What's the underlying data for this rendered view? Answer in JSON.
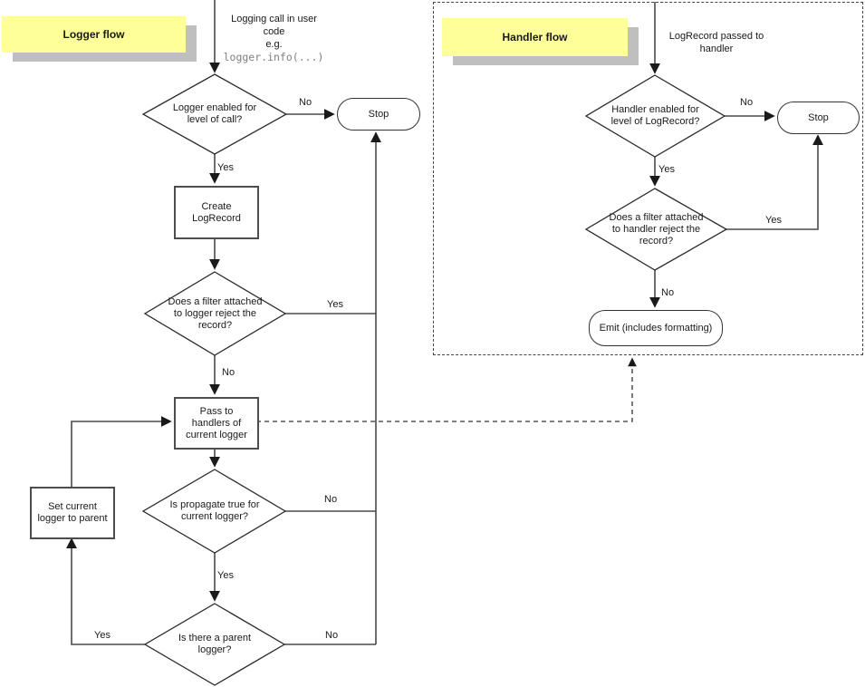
{
  "logger": {
    "title": "Logger flow",
    "note": "Logging call in user\ncode\ne.g.",
    "code": "logger.info(...)",
    "nodes": {
      "enabled": "Logger enabled for\nlevel of call?",
      "stop": "Stop",
      "create": "Create\nLogRecord",
      "filter": "Does a filter attached\nto logger reject the\nrecord?",
      "pass": "Pass to\nhandlers of\ncurrent logger",
      "propagate": "Is propagate true for\ncurrent logger?",
      "parent": "Is there a parent\nlogger?",
      "set_parent": "Set current\nlogger to parent"
    },
    "labels": {
      "enabled_no": "No",
      "enabled_yes": "Yes",
      "filter_yes": "Yes",
      "filter_no": "No",
      "propagate_no": "No",
      "propagate_yes": "Yes",
      "parent_yes": "Yes",
      "parent_no": "No"
    }
  },
  "handler": {
    "title": "Handler flow",
    "note": "LogRecord passed to\nhandler",
    "nodes": {
      "enabled": "Handler enabled for\nlevel of LogRecord?",
      "stop": "Stop",
      "filter": "Does a filter attached\nto handler reject the\nrecord?",
      "emit": "Emit (includes formatting)"
    },
    "labels": {
      "enabled_no": "No",
      "enabled_yes": "Yes",
      "filter_yes": "Yes",
      "filter_no": "No"
    }
  },
  "colors": {
    "sticky_bg": "#ffff99",
    "sticky_shadow": "#bfbfbf",
    "line": "#4a4a4a",
    "code_text": "#7f7f7f"
  }
}
